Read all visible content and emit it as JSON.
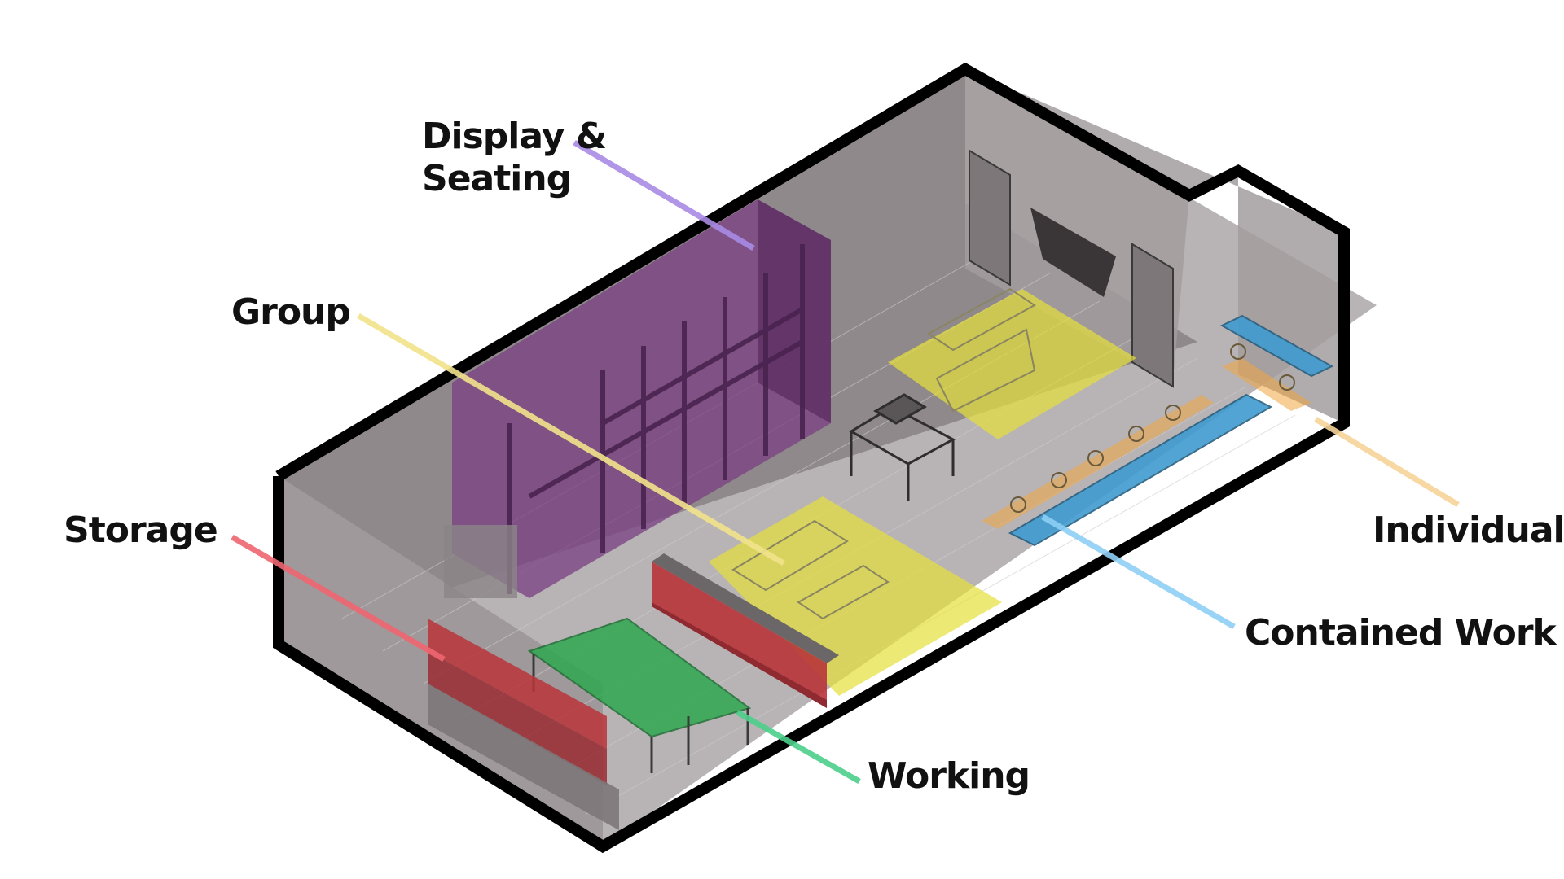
{
  "diagram": {
    "zones": [
      {
        "id": "display-seating",
        "label_lines": [
          "Display &",
          "Seating"
        ],
        "color": "#a98be6"
      },
      {
        "id": "group",
        "label_lines": [
          "Group"
        ],
        "color": "#f2e38b"
      },
      {
        "id": "storage",
        "label_lines": [
          "Storage"
        ],
        "color": "#ef6670"
      },
      {
        "id": "working",
        "label_lines": [
          "Working"
        ],
        "color": "#4ccf8a"
      },
      {
        "id": "contained-work",
        "label_lines": [
          "Contained Work"
        ],
        "color": "#8ecff5"
      },
      {
        "id": "individual",
        "label_lines": [
          "Individual"
        ],
        "color": "#f7d49a"
      }
    ],
    "colors": {
      "wall_outline": "#000000",
      "floor": "#b8b4b6",
      "wall_interior": "#8d8789",
      "overlay_purple": "#7a3f82",
      "overlay_yellow": "#e6df3a",
      "overlay_red": "#b8343a",
      "overlay_green": "#2fa84f",
      "overlay_blue": "#3f9bd0",
      "overlay_orange": "#f0a640"
    }
  }
}
